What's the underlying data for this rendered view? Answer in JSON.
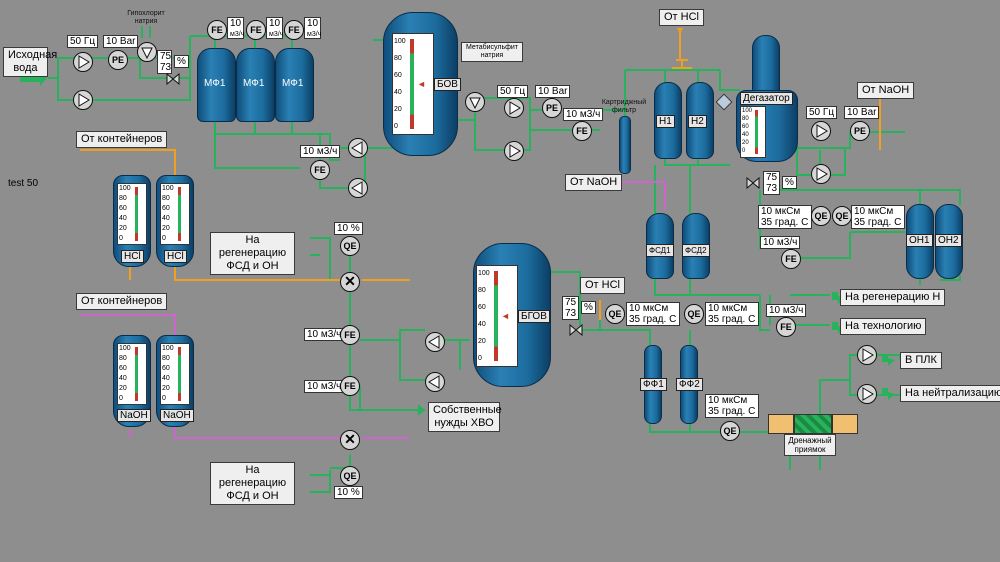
{
  "colors": {
    "water": "#27b35b",
    "acid": "#f0a020",
    "alkali": "#cc66cc",
    "tank": "#1c6c9e",
    "background": "#8e8e8e"
  },
  "left": {
    "source": "Исходная вода",
    "pump_freq": "50",
    "freq_unit": "Гц",
    "pressure": "10",
    "pressure_unit": "Bar",
    "hypochlorite": "Гипохлорит натрия",
    "valve_pct_top": "75",
    "valve_pct_bottom": "73",
    "pct_unit": "%",
    "test": "test 50"
  },
  "mf": {
    "tanks": [
      "МФ1",
      "МФ1",
      "МФ1"
    ],
    "flows": [
      "10",
      "10",
      "10"
    ],
    "flow_unit": "м3/ч",
    "fe": "FE"
  },
  "bov": {
    "name": "БОВ",
    "scale": [
      "100",
      "80",
      "60",
      "40",
      "20",
      "0"
    ],
    "metabisulfite": "Метабисульфит натрия",
    "pump_freq": "50",
    "freq_unit": "Гц",
    "pressure": "10",
    "pressure_unit": "Bar",
    "flow": "10",
    "flow_unit": "м3/ч",
    "return_flow": "10",
    "return_flow_unit": "м3/ч"
  },
  "cartridge": "Картриджный фильтр",
  "hcl_top": "От HCl",
  "h_tanks": [
    "Н1",
    "Н2"
  ],
  "degasser": {
    "name": "Дегазатор",
    "scale": [
      "100",
      "80",
      "60",
      "40",
      "20",
      "0"
    ]
  },
  "naoh_right": {
    "label": "От NaOH",
    "pump_freq": "50",
    "freq_unit": "Гц",
    "pressure": "10",
    "pressure_unit": "Bar"
  },
  "naoh_mid": {
    "label": "От NaOH",
    "valve_top": "75",
    "valve_bottom": "73",
    "pct": "%"
  },
  "fsd": [
    "ФСД1",
    "ФСД2"
  ],
  "on": [
    "ОН1",
    "ОН2"
  ],
  "qe_on": {
    "a_val": "10",
    "a_unit": "мкСм",
    "a_temp": "35",
    "a_temp_unit": "град. С",
    "b_val": "10",
    "b_unit": "мкСм",
    "b_temp": "35",
    "b_temp_unit": "град. С",
    "flow": "10",
    "flow_unit": "м3/ч"
  },
  "hcl_block": {
    "from": "От контейнеров",
    "tanks": [
      "HCl",
      "HCl"
    ],
    "scale": [
      "100",
      "80",
      "60",
      "40",
      "20",
      "0"
    ],
    "regen_label": "На регенерацию ФСД и ОН",
    "pct": "10",
    "pct_unit": "%"
  },
  "naoh_block": {
    "from": "От контейнеров",
    "tanks": [
      "NaOH",
      "NaOH"
    ],
    "scale": [
      "100",
      "80",
      "60",
      "40",
      "20",
      "0"
    ],
    "regen_label": "На регенерацию ФСД и ОН",
    "pct": "10",
    "pct_unit": "%"
  },
  "mid_flows": {
    "a": "10",
    "b": "10",
    "unit": "м3/ч"
  },
  "own_needs": "Собственные нужды ХВО",
  "bgov": {
    "name": "БГОВ",
    "scale": [
      "100",
      "80",
      "60",
      "40",
      "20",
      "0"
    ],
    "hcl": "От HCl",
    "valve_top": "75",
    "valve_bottom": "73",
    "pct": "%",
    "qe1_val": "10",
    "qe1_unit": "мкСм",
    "qe1_temp": "35",
    "qe1_temp_unit": "град. С",
    "qe2_val": "10",
    "qe2_unit": "мкСм",
    "qe2_temp": "35",
    "qe2_temp_unit": "град. С"
  },
  "ff": [
    "ФФ1",
    "ФФ2"
  ],
  "ff_qe": {
    "val": "10",
    "unit": "мкСм",
    "temp": "35",
    "temp_unit": "град. С"
  },
  "outputs": {
    "regen_h": "На регенерацию Н",
    "flow": "10",
    "flow_unit": "м3/ч",
    "tech": "На технологию",
    "plc": "В ПЛК",
    "neutral": "На нейтрализацию",
    "drain": "Дренажный приямок"
  },
  "tags": {
    "pe": "PE",
    "fe": "FE",
    "qe": "QE"
  }
}
